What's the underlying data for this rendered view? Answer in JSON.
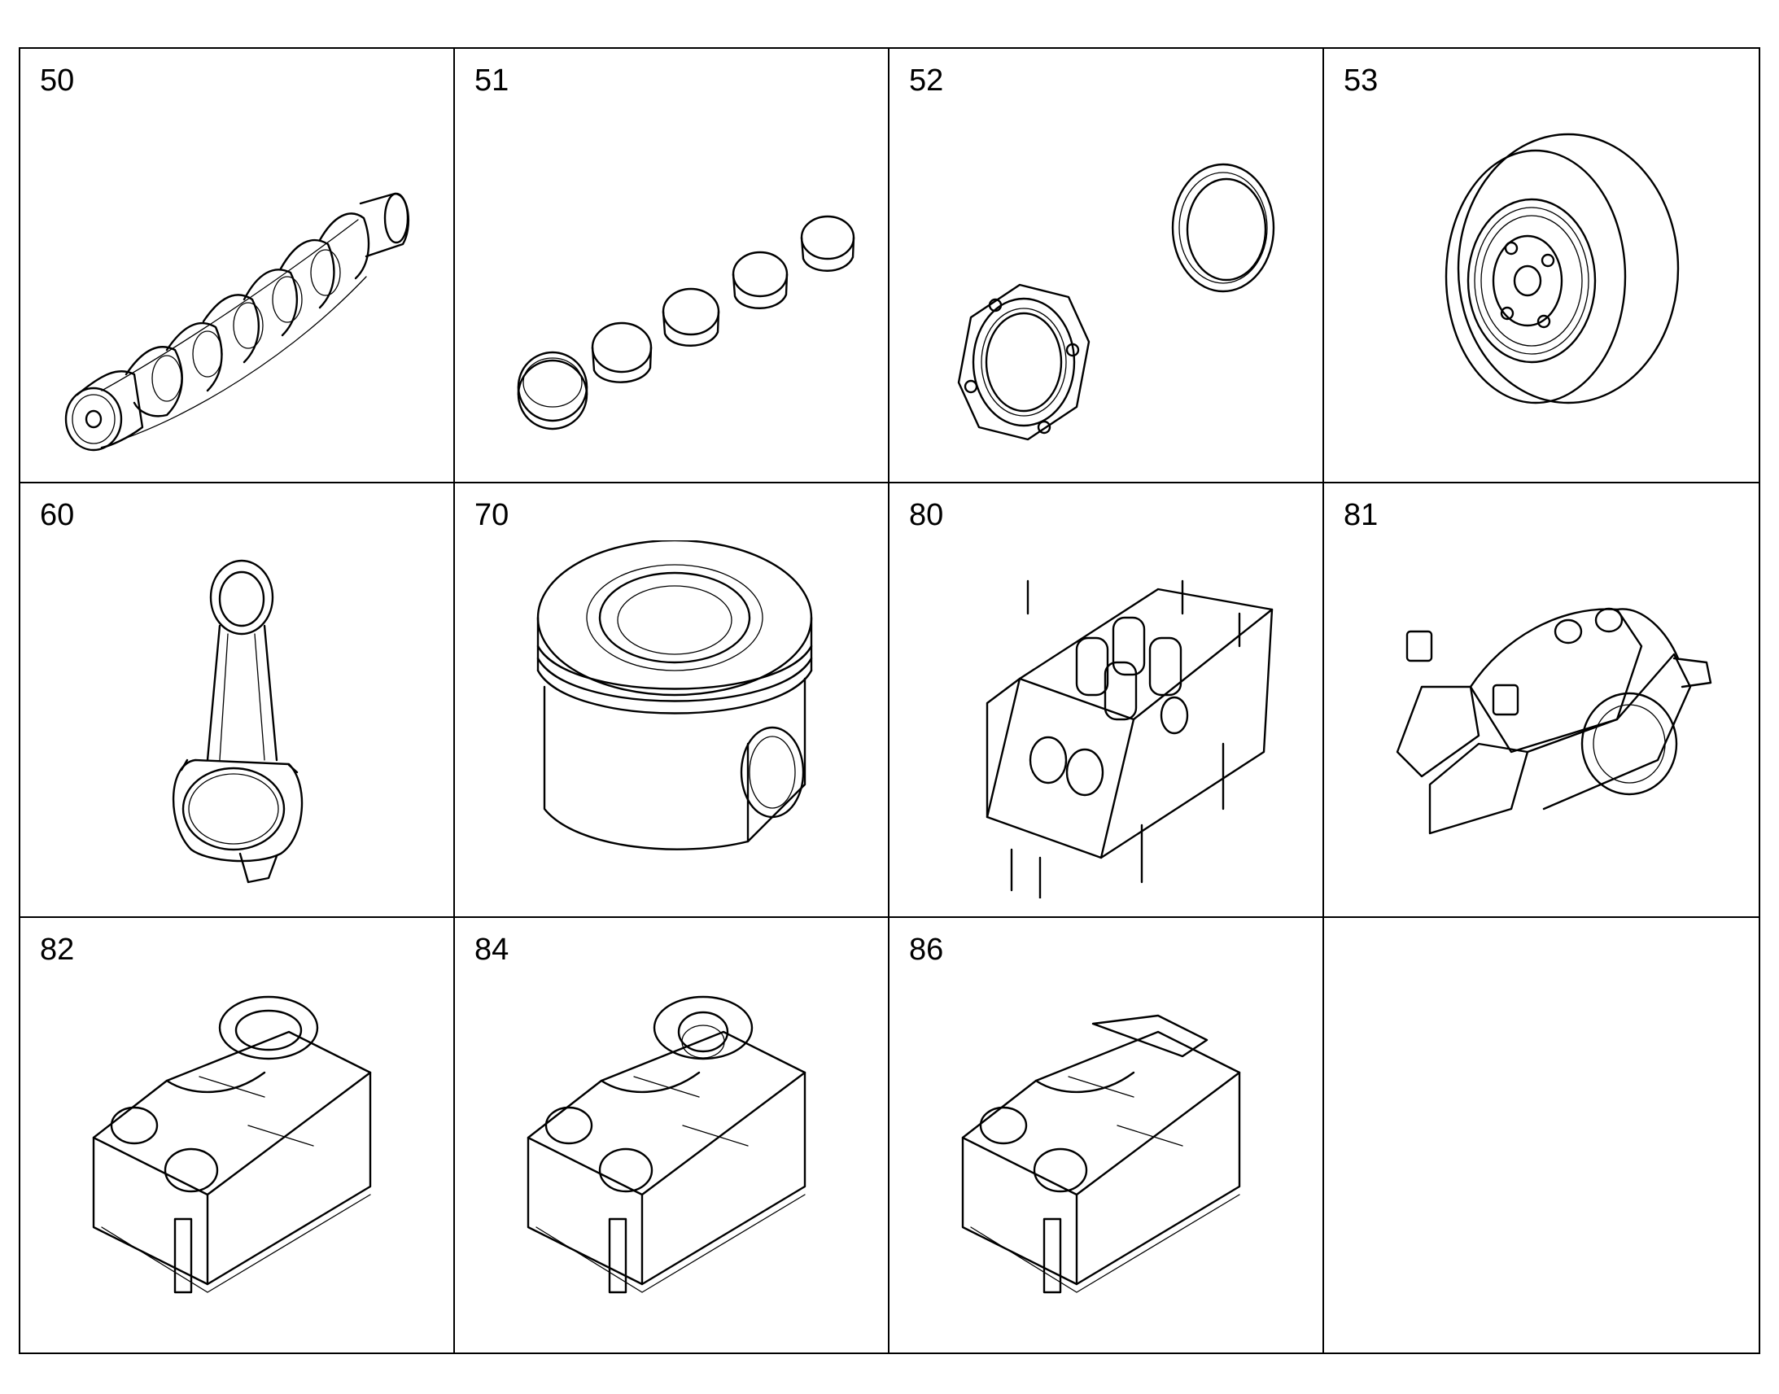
{
  "grid": {
    "cells": [
      {
        "number": "50",
        "part": "crankshaft-icon"
      },
      {
        "number": "51",
        "part": "bearing-shells-icon"
      },
      {
        "number": "52",
        "part": "shaft-seal-icon"
      },
      {
        "number": "53",
        "part": "vibration-damper-icon"
      },
      {
        "number": "60",
        "part": "connecting-rod-icon"
      },
      {
        "number": "70",
        "part": "piston-icon"
      },
      {
        "number": "80",
        "part": "cylinder-head-icon"
      },
      {
        "number": "81",
        "part": "rocker-arm-icon"
      },
      {
        "number": "82",
        "part": "cylinder-head-cover-icon"
      },
      {
        "number": "84",
        "part": "cylinder-head-cover-icon"
      },
      {
        "number": "86",
        "part": "cylinder-head-cover-icon"
      },
      {
        "number": "",
        "part": ""
      }
    ]
  }
}
